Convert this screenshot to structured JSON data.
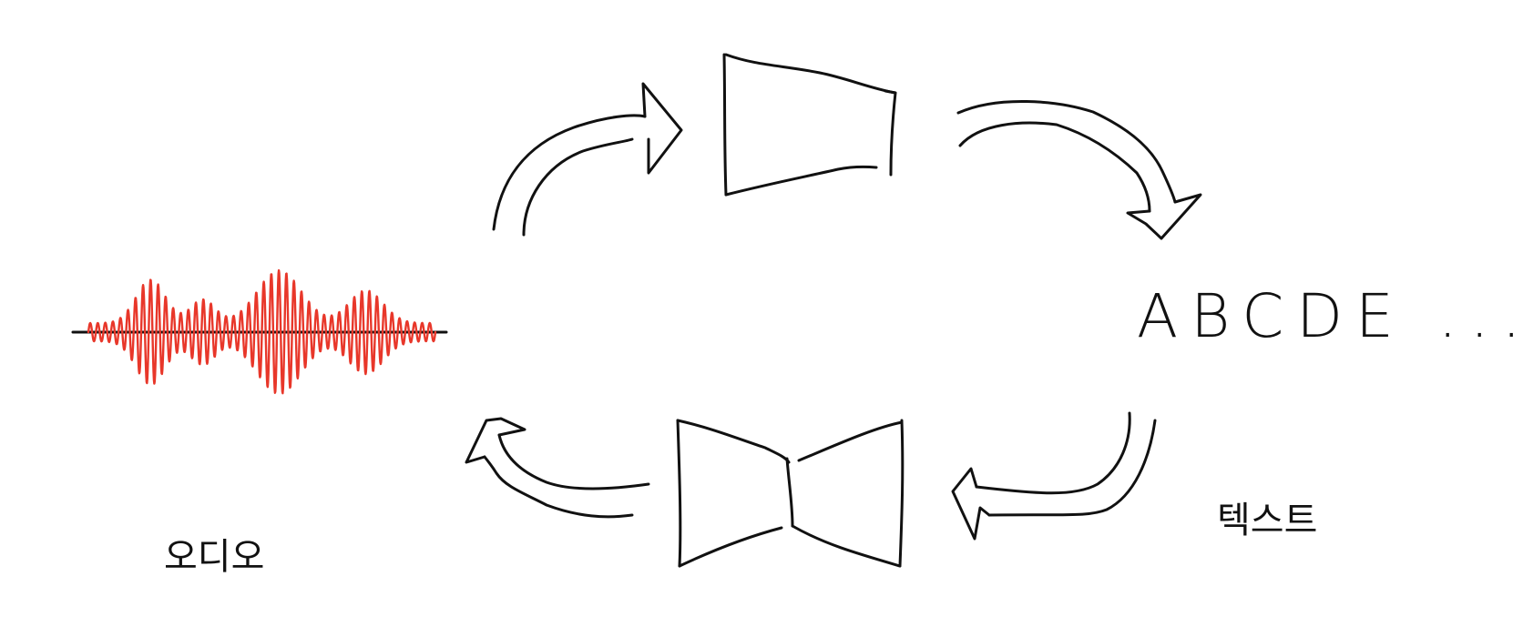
{
  "diagram": {
    "audio_label": "오디오",
    "text_label": "텍스트",
    "sequence_label": "ABCDE ...",
    "colors": {
      "stroke": "#111111",
      "waveform": "#e8372a",
      "background": "#ffffff"
    },
    "icons": [
      "waveform-icon",
      "encoder-trapezoid-icon",
      "bottleneck-autoencoder-icon",
      "curved-arrow-icon"
    ]
  }
}
